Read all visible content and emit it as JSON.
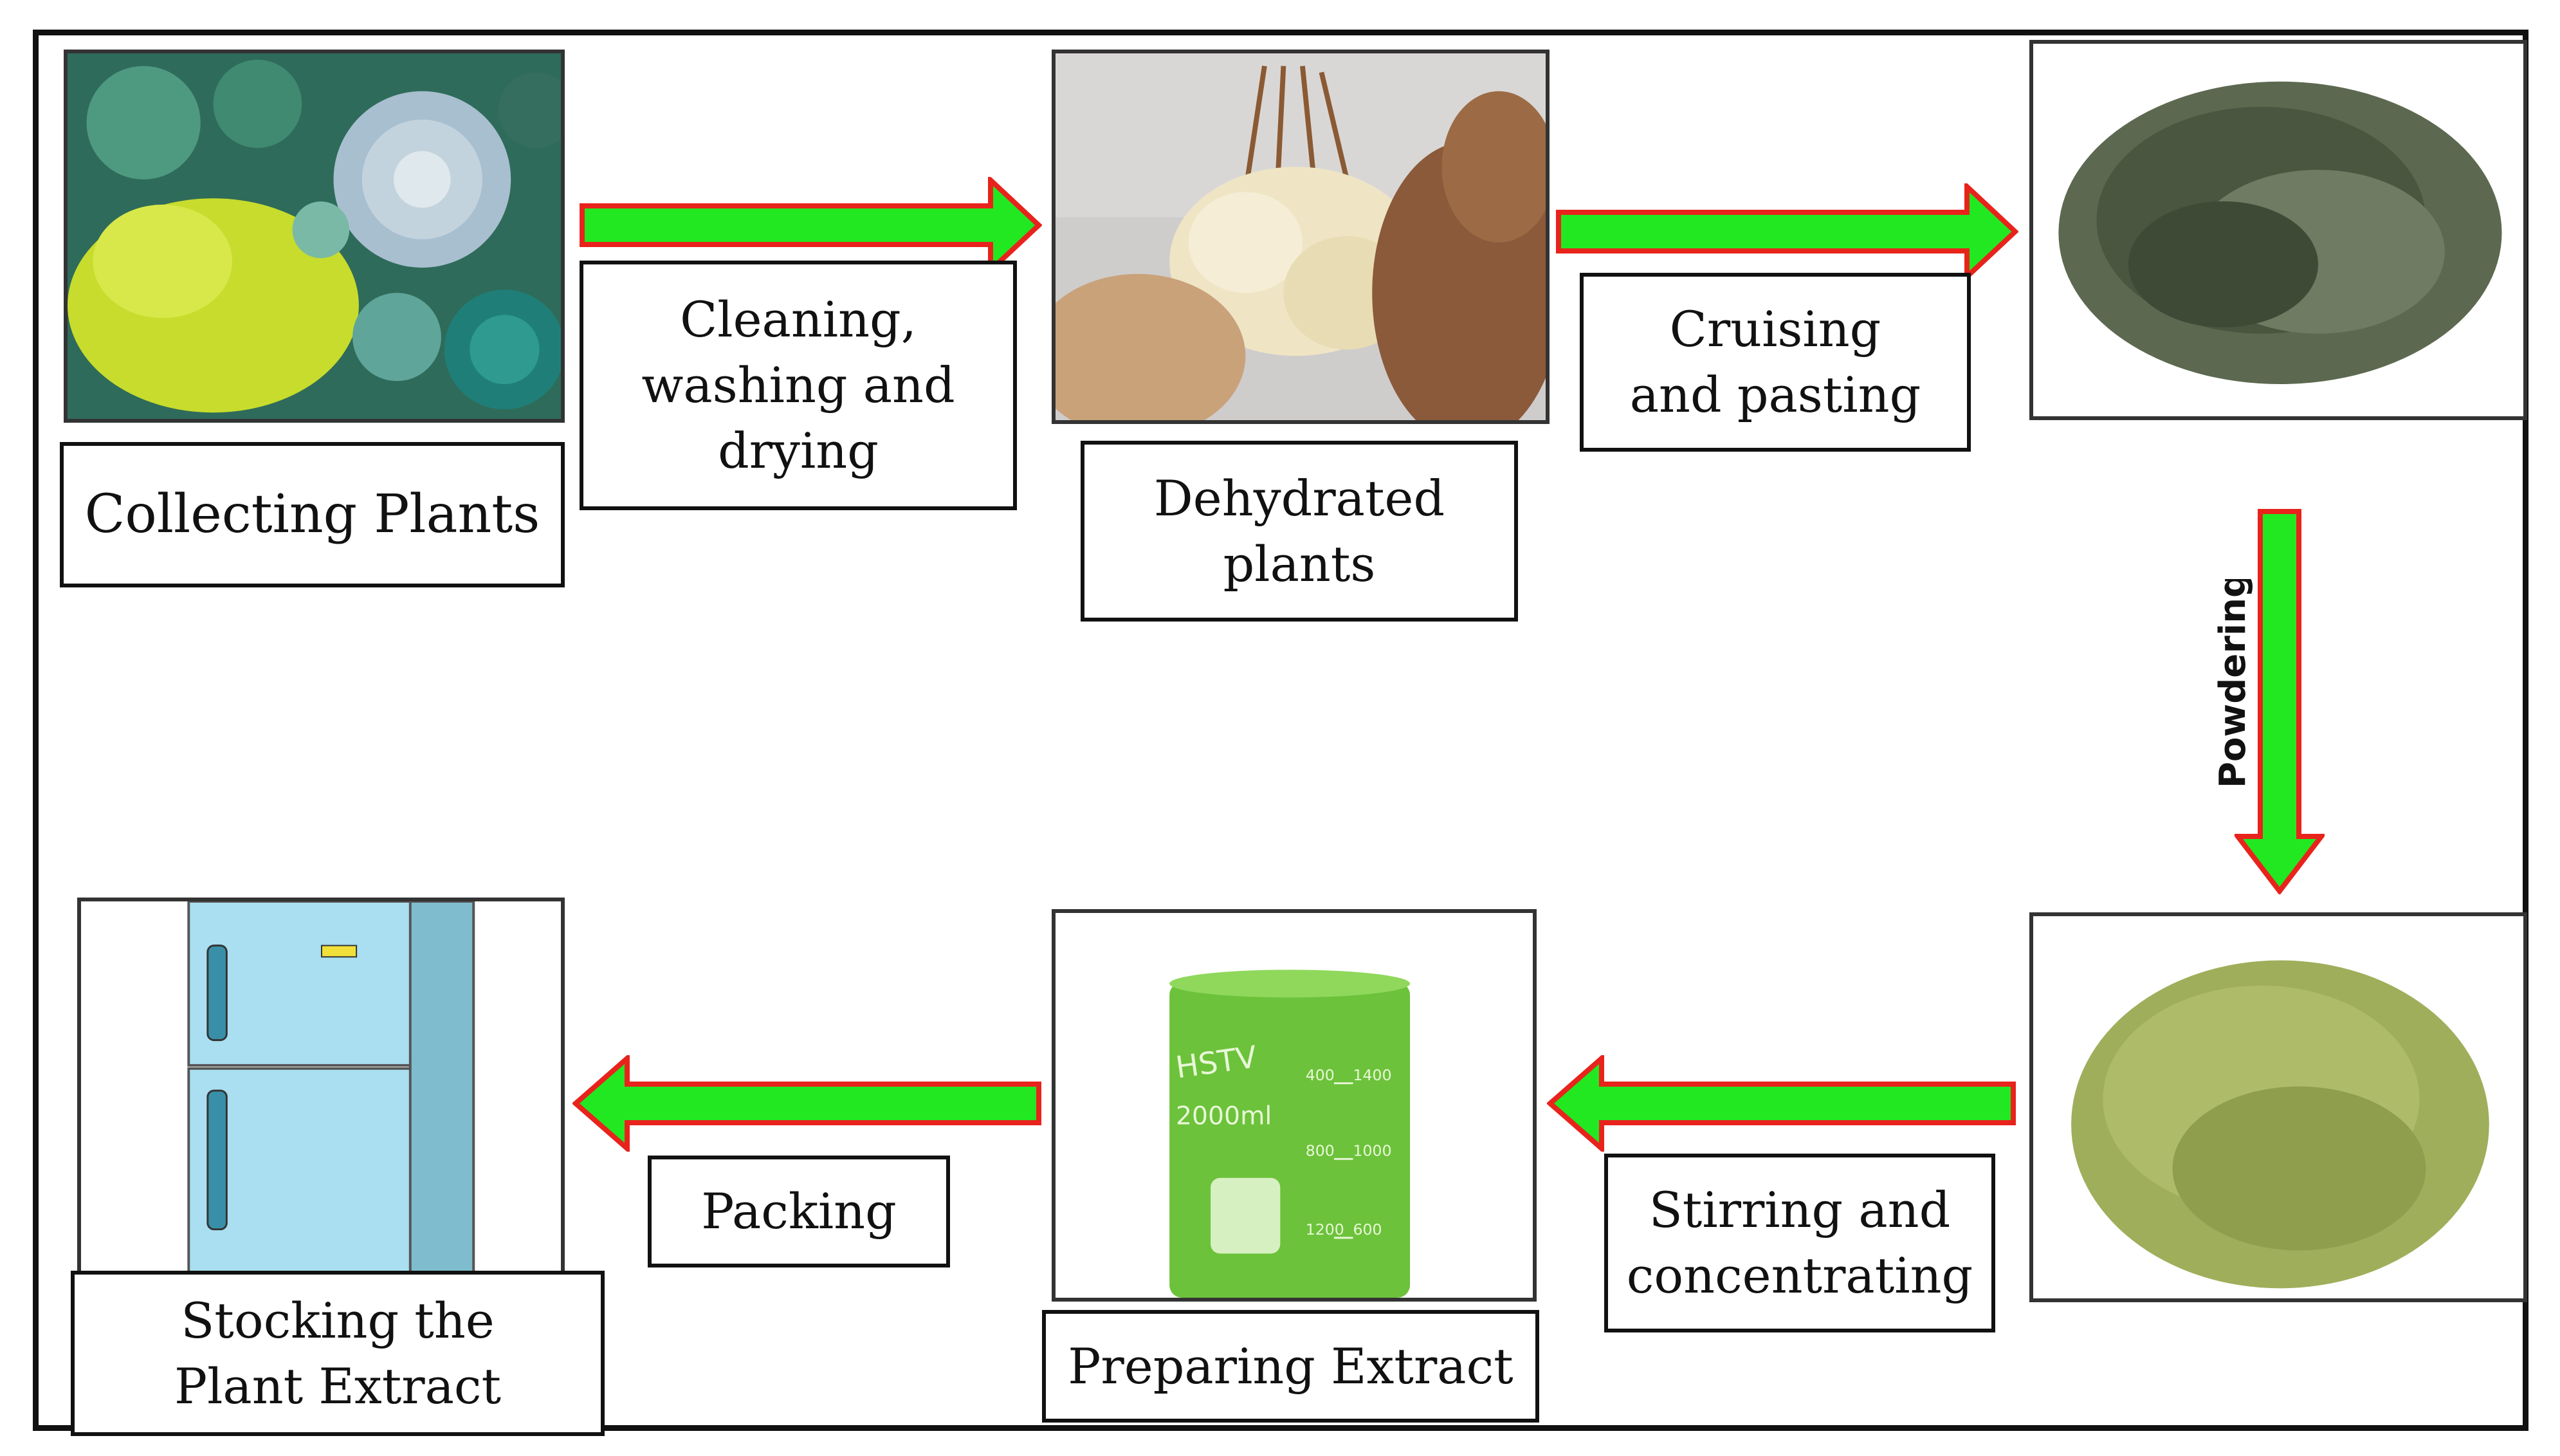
{
  "steps": {
    "collecting": "Collecting Plants",
    "cleaning": "Cleaning, washing and drying",
    "dehydrated": "Dehydrated plants",
    "cruising": "Cruising and pasting",
    "powdering": "Powdering",
    "stirring": "Stirring and concentrating",
    "preparing": "Preparing Extract",
    "packing": "Packing",
    "stocking": "Stocking the Plant Extract"
  },
  "beaker": {
    "brand": "HSTV",
    "volume": "2000ml",
    "marks": [
      "400",
      "1400",
      "800",
      "1000",
      "1200",
      "600"
    ]
  },
  "colors": {
    "arrow_fill": "#22e822",
    "arrow_stroke": "#e8231c",
    "frame": "#111111"
  }
}
